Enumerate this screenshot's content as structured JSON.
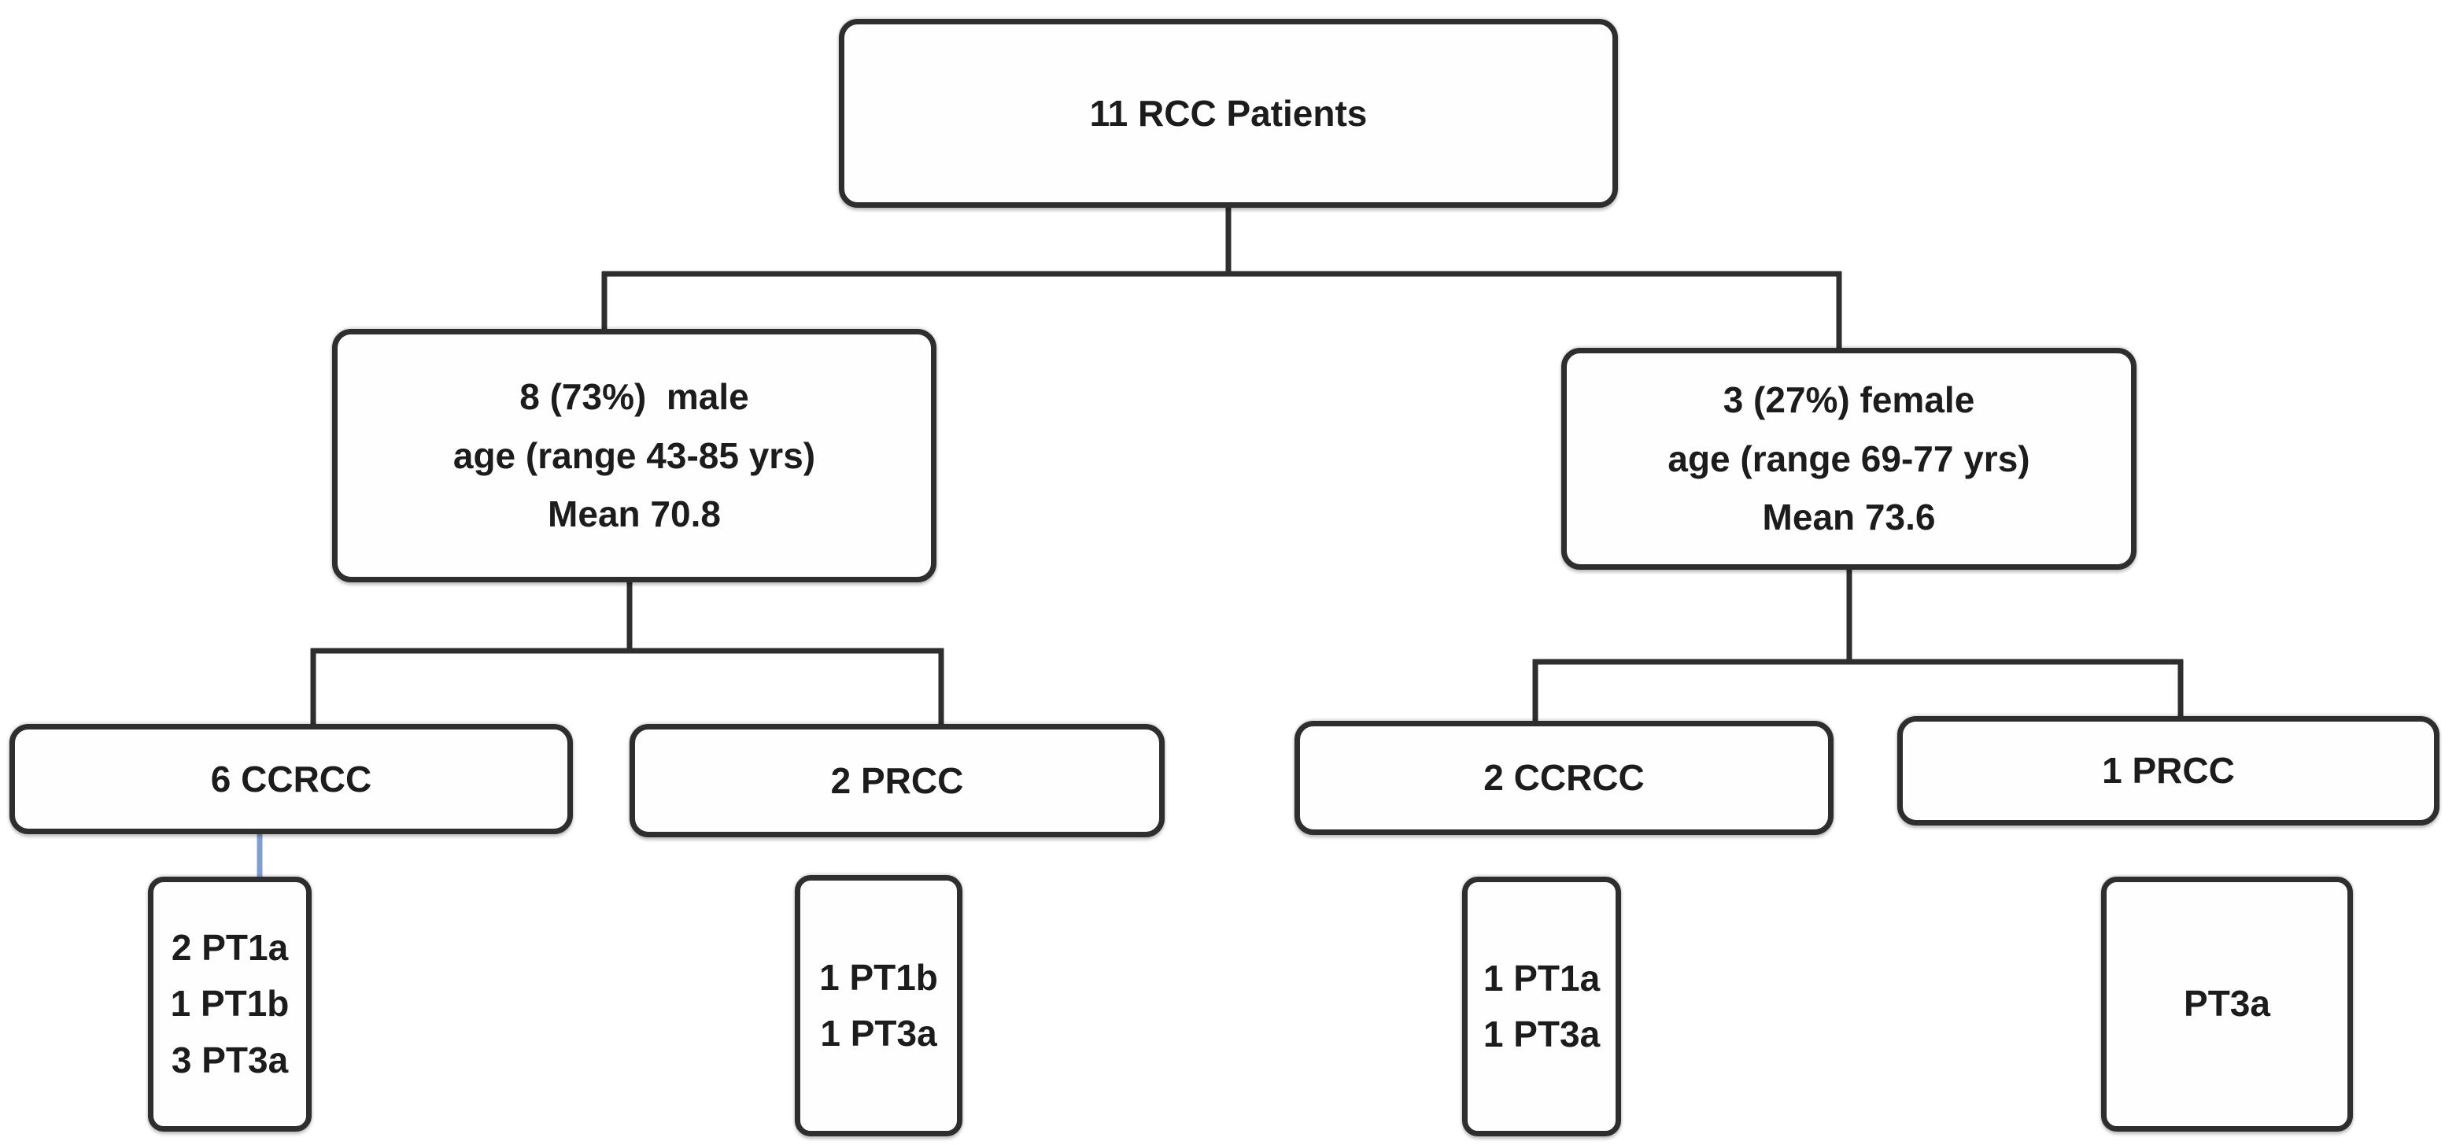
{
  "diagram": {
    "type": "flowchart",
    "subject": "RCC patient cohort breakdown",
    "nodes": {
      "root": {
        "line1": "11 RCC Patients"
      },
      "male": {
        "line1": "8 (73%)  male",
        "line2": "age (range 43-85 yrs)",
        "line3": "Mean 70.8"
      },
      "female": {
        "line1": "3 (27%) female",
        "line2": "age (range 69-77 yrs)",
        "line3": "Mean 73.6"
      },
      "male_ccrcc": {
        "line1": "6 CCRCC"
      },
      "male_prcc": {
        "line1": "2 PRCC"
      },
      "female_ccrcc": {
        "line1": "2 CCRCC"
      },
      "female_prcc": {
        "line1": "1 PRCC"
      },
      "male_ccrcc_pt": {
        "line1": "2 PT1a",
        "line2": "1 PT1b",
        "line3": "3 PT3a"
      },
      "male_prcc_pt": {
        "line1": "1 PT1b",
        "line2": "1 PT3a"
      },
      "female_ccrcc_pt": {
        "line1": "1 PT1a",
        "line2": "1 PT3a"
      },
      "female_prcc_pt": {
        "line1": "PT3a"
      }
    },
    "edges": [
      {
        "from": "root",
        "to": "male"
      },
      {
        "from": "root",
        "to": "female"
      },
      {
        "from": "male",
        "to": "male_ccrcc"
      },
      {
        "from": "male",
        "to": "male_prcc"
      },
      {
        "from": "female",
        "to": "female_ccrcc"
      },
      {
        "from": "female",
        "to": "female_prcc"
      },
      {
        "from": "male_ccrcc",
        "to": "male_ccrcc_pt",
        "style": "blue"
      }
    ],
    "colors": {
      "background": "#ffffff",
      "node_background": "#fefefe",
      "border": "#2e2e2e",
      "connector": "#2e2e2e",
      "highlight_connector": "#7f9fd0",
      "text": "#1c1c1c"
    }
  }
}
